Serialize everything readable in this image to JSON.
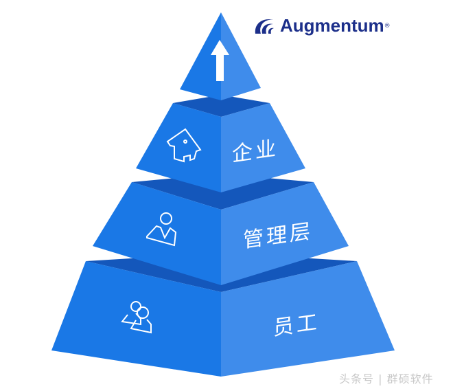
{
  "logo": {
    "text": "Augmentum",
    "registered": "®"
  },
  "tiers": [
    {
      "label": "企业",
      "icon": "house-icon"
    },
    {
      "label": "管理层",
      "icon": "manager-icon"
    },
    {
      "label": "员工",
      "icon": "employees-icon"
    }
  ],
  "top_icon": "up-arrow-icon",
  "watermark": "头条号 | 群硕软件",
  "colors": {
    "left_face": "#1a78e6",
    "right_face": "#3f8ceb",
    "top_face": "#1457bb"
  }
}
